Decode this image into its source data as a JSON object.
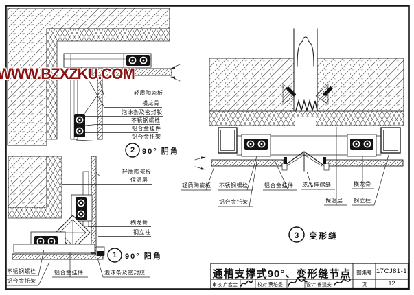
{
  "watermark": {
    "text": "WWW.BZXZKU.COM",
    "color": "#8c1212"
  },
  "details": {
    "d2": {
      "number": "2",
      "caption": "90° 阴角",
      "labels": [
        "轻质陶瓷板",
        "横龙骨",
        "泡沫条及密封胶",
        "不锈钢螺栓",
        "铝合金挂件",
        "铝合金托架"
      ]
    },
    "d1": {
      "number": "1",
      "caption": "90° 阳角",
      "labels_right": [
        "轻质陶瓷板",
        "保温层",
        "横龙骨",
        "钢立柱"
      ],
      "labels_bottom": [
        "不锈钢螺栓",
        "铝合金托架",
        "铝合金挂件",
        "泡沫条及密封胶"
      ]
    },
    "d3": {
      "number": "3",
      "caption": "变形缝",
      "labels_top": [
        "轻质陶瓷板",
        "不锈钢螺栓",
        "铝合金挂件",
        "成品伸缩缝",
        "横龙骨"
      ],
      "labels_bottom": [
        "铝合金托架",
        "保温层",
        "钢立柱"
      ]
    }
  },
  "title_block": {
    "title": "通槽支撑式90°、变形缝节点",
    "atlas_label": "图集号",
    "atlas_number": "17CJ81-1",
    "page_label": "页",
    "page_number": "12",
    "audit_label": "审核",
    "audit_name": "卢宏金",
    "check_label": "校对",
    "check_name": "蔡培委",
    "design_label": "设计",
    "design_name": "鲁建安"
  }
}
